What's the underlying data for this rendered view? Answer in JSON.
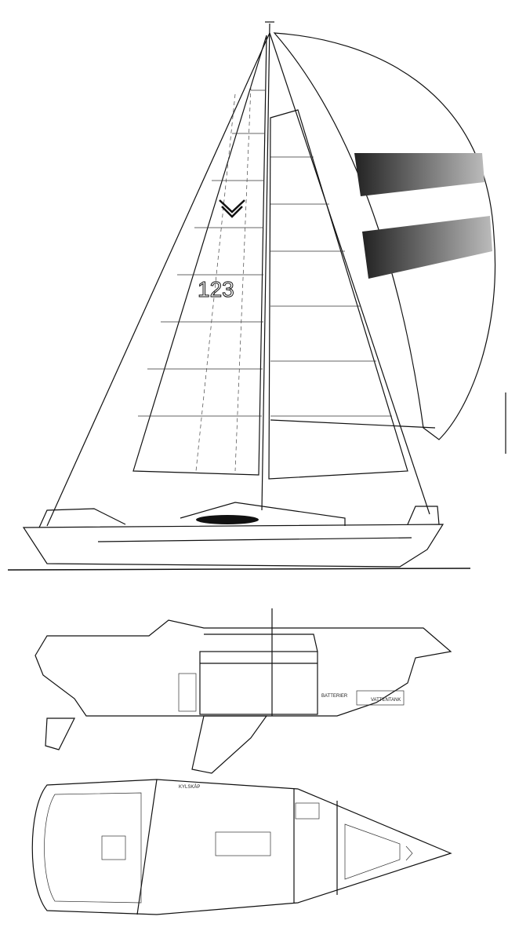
{
  "sail_plan": {
    "sail_number": "123",
    "spinnaker_stripe_color": "#3a3a3a"
  },
  "profile_labels": {
    "batteries": "BATTERIER",
    "water_tank": "VATTENTANK"
  },
  "plan_labels": {
    "fridge": "KYLSKÅP"
  }
}
